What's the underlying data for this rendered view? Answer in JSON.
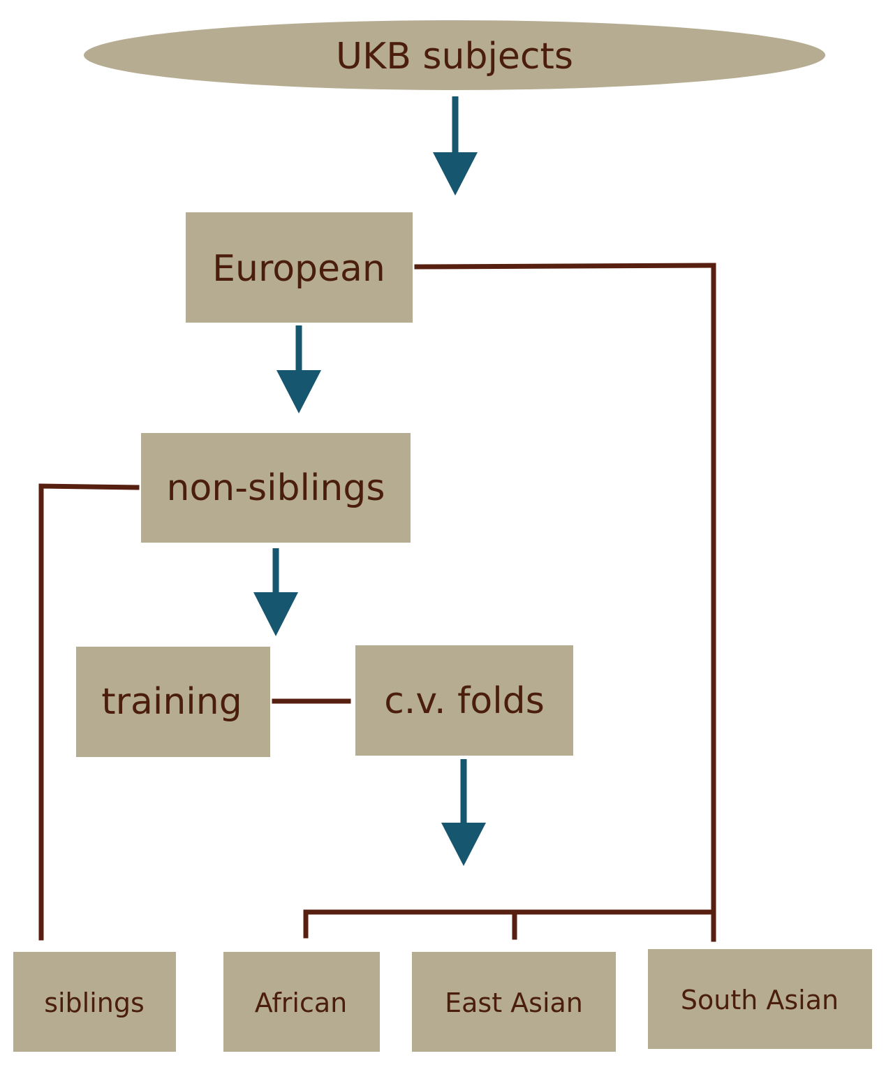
{
  "nodes": {
    "ukb_subjects": "UKB subjects",
    "european": "European",
    "non_siblings": "non-siblings",
    "training": "training",
    "cv_folds": "c.v. folds",
    "siblings": "siblings",
    "african": "African",
    "east_asian": "East Asian",
    "south_asian": "South Asian"
  },
  "colors": {
    "node_fill": "#b6ac91",
    "node_text": "#4a1d0c",
    "connector": "#571f0f",
    "arrow": "#17566f"
  }
}
